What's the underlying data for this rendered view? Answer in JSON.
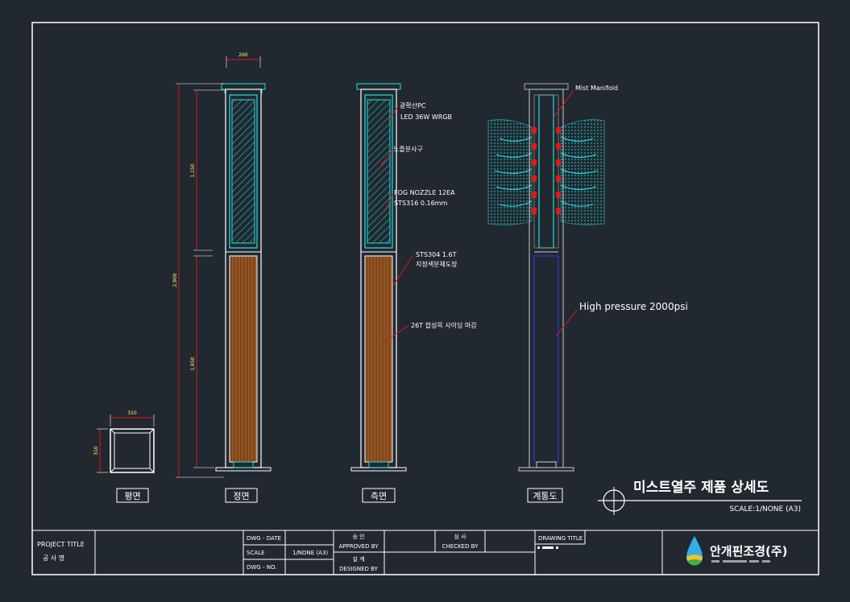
{
  "drawing": {
    "title": "미스트열주 제품 상세도",
    "scale": "SCALE:1/NONE (A3)"
  },
  "views": {
    "plan": "평면",
    "front": "정면",
    "side": "측면",
    "system": "계통도"
  },
  "dimensions": {
    "top_width": "260",
    "plan_width": "310",
    "plan_height": "310",
    "total_height": "2,900",
    "upper_height": "1,150",
    "lower_height": "1,650"
  },
  "annotations": {
    "light_diffuser": "광확산PC",
    "led": "LED 36W WRGB",
    "nozzle_outlet": "노즐분사구",
    "fog_nozzle": "FOG NOZZLE 12EA",
    "sts_nozzle": "STS316 0.16mm",
    "sts_plate": "STS304 1.6T",
    "paint": "지정색분체도장",
    "siding": "26T 합성목 사이딩 마감",
    "manifold": "Mist Manifold",
    "pressure": "High pressure 2000psi"
  },
  "title_block": {
    "project_title": "PROJECT TITLE",
    "project_name": "공 사 명",
    "dwg_date": "DWG - DATE",
    "scale_label": "SCALE",
    "scale_value": "1/NONE (A3)",
    "dwg_no": "DWG - NO.",
    "approve_kr": "승 인",
    "approved_by": "APPROVED BY",
    "design_kr": "설 계",
    "designed_by": "DESIGNED BY",
    "check_kr": "심 사",
    "checked_by": "CHECKED BY",
    "drawing_title": "DRAWING TITLE",
    "company": "안개핀조경(주)"
  },
  "colors": {
    "background": "#212830",
    "frame": "#ffffff",
    "cyan": "#22e0e0",
    "wood": "#c0601a",
    "red": "#e01818",
    "blue": "#2a3ad8",
    "dimension": "#ffff66"
  }
}
